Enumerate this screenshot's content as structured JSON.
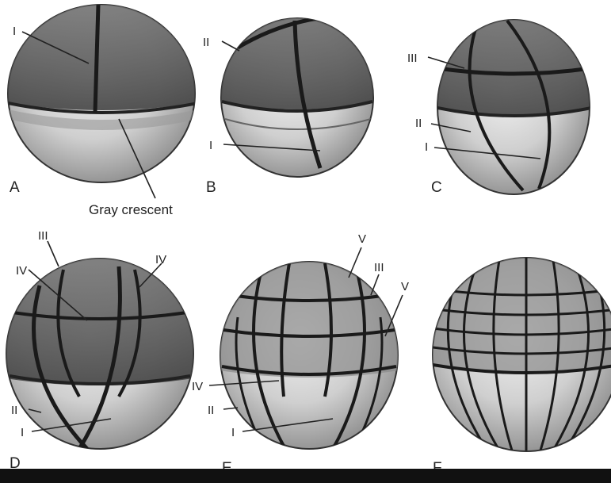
{
  "panels": [
    {
      "letter": "A",
      "callouts": [
        "I"
      ],
      "caption": "Gray crescent"
    },
    {
      "letter": "B",
      "callouts": [
        "II",
        "I"
      ]
    },
    {
      "letter": "C",
      "callouts": [
        "III",
        "II",
        "I"
      ]
    },
    {
      "letter": "D",
      "callouts": [
        "III",
        "IV",
        "IV",
        "II",
        "I"
      ]
    },
    {
      "letter": "E",
      "callouts": [
        "V",
        "III",
        "V",
        "IV",
        "II",
        "I"
      ]
    },
    {
      "letter": "F",
      "callouts": []
    }
  ],
  "colors": {
    "ink": "#222222",
    "shade_dark": "#4a4a4a",
    "shade_mid": "#9a9a9a",
    "shade_light": "#e8e8e8",
    "bar": "#111111"
  }
}
